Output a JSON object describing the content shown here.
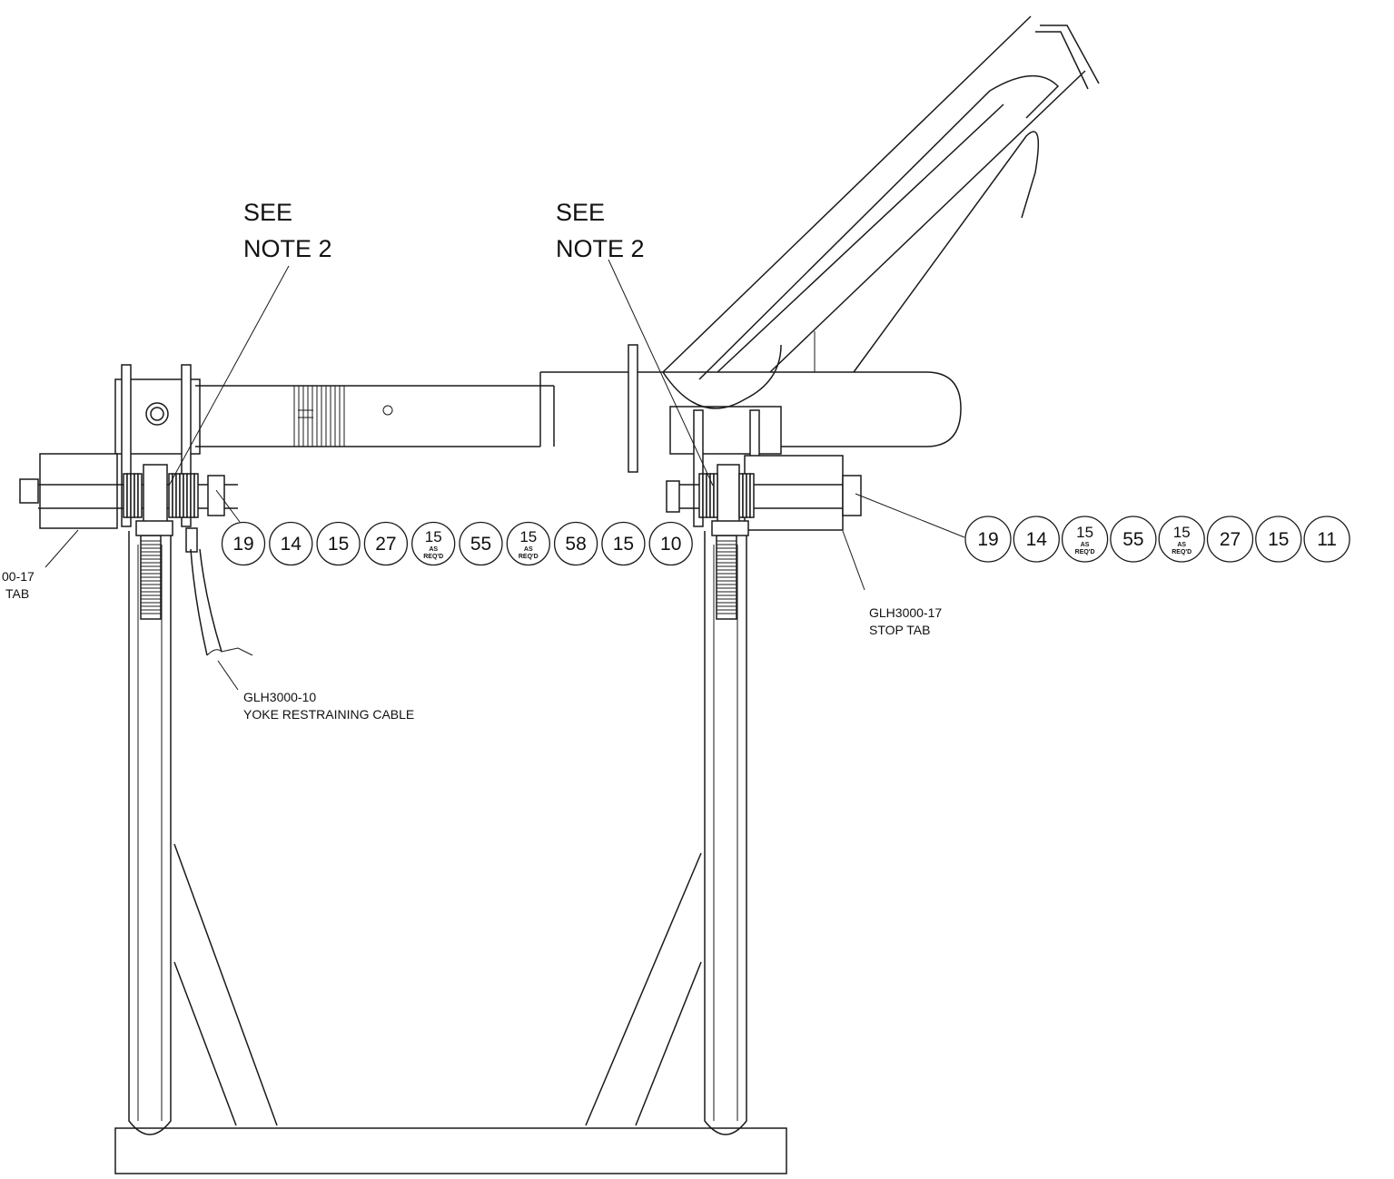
{
  "notes": {
    "left": {
      "line1": "SEE",
      "line2": "NOTE 2"
    },
    "right": {
      "line1": "SEE",
      "line2": "NOTE 2"
    }
  },
  "labels": {
    "left_stop_tab": {
      "line1": "00-17",
      "line2": "TAB"
    },
    "right_stop_tab": {
      "line1": "GLH3000-17",
      "line2": "STOP TAB"
    },
    "cable": {
      "line1": "GLH3000-10",
      "line2": "YOKE RESTRAINING CABLE"
    }
  },
  "balloons_left": [
    {
      "num": "19",
      "sub": ""
    },
    {
      "num": "14",
      "sub": ""
    },
    {
      "num": "15",
      "sub": ""
    },
    {
      "num": "27",
      "sub": ""
    },
    {
      "num": "15",
      "sub": "AS REQ'D"
    },
    {
      "num": "55",
      "sub": ""
    },
    {
      "num": "15",
      "sub": "AS REQ'D"
    },
    {
      "num": "58",
      "sub": ""
    },
    {
      "num": "15",
      "sub": ""
    },
    {
      "num": "10",
      "sub": ""
    }
  ],
  "balloons_right": [
    {
      "num": "19",
      "sub": ""
    },
    {
      "num": "14",
      "sub": ""
    },
    {
      "num": "15",
      "sub": "AS REQ'D"
    },
    {
      "num": "55",
      "sub": ""
    },
    {
      "num": "15",
      "sub": "AS REQ'D"
    },
    {
      "num": "27",
      "sub": ""
    },
    {
      "num": "15",
      "sub": ""
    },
    {
      "num": "11",
      "sub": ""
    }
  ]
}
